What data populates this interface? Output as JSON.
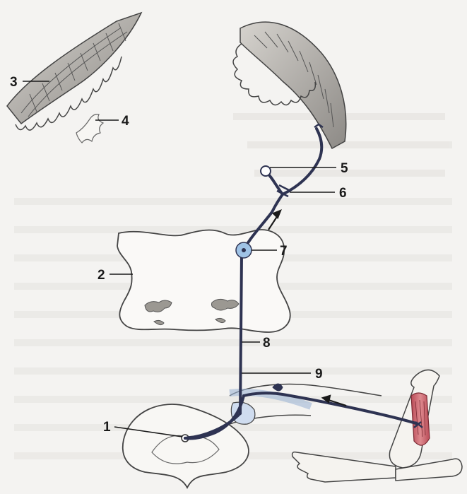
{
  "diagram": {
    "labels": {
      "l1": "1",
      "l2": "2",
      "l3": "3",
      "l4": "4",
      "l5": "5",
      "l6": "6",
      "l7": "7",
      "l8": "8",
      "l9": "9"
    },
    "colors": {
      "nerve": "#2e3352",
      "nucleus": "#9fc3e6",
      "muscle": "#c9606a",
      "background": "#f4f3f1"
    }
  }
}
